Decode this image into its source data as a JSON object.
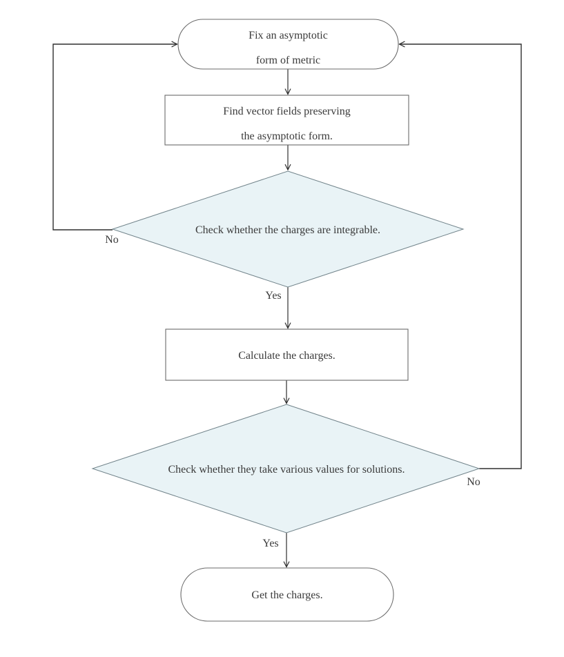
{
  "diagram": {
    "type": "flowchart",
    "colors": {
      "background": "#ffffff",
      "line": "#2e2e2e",
      "box_border": "#6a6a6a",
      "diamond_fill": "#e9f3f6",
      "diamond_border": "#71838a",
      "text": "#3a3a3a"
    },
    "nodes": {
      "start": {
        "shape": "terminator",
        "line1": "Fix an asymptotic",
        "line2": "form of metric"
      },
      "find_vector_fields": {
        "shape": "process",
        "line1": "Find vector fields preserving",
        "line2": "the asymptotic form."
      },
      "check_integrable": {
        "shape": "decision",
        "label": "Check whether the charges are integrable."
      },
      "calculate_charges": {
        "shape": "process",
        "label": "Calculate the charges."
      },
      "check_various_values": {
        "shape": "decision",
        "label": "Check whether they take various values for solutions."
      },
      "get_charges": {
        "shape": "terminator",
        "label": "Get the charges."
      }
    },
    "edge_labels": {
      "integrable_no": "No",
      "integrable_yes": "Yes",
      "various_no": "No",
      "various_yes": "Yes"
    }
  }
}
